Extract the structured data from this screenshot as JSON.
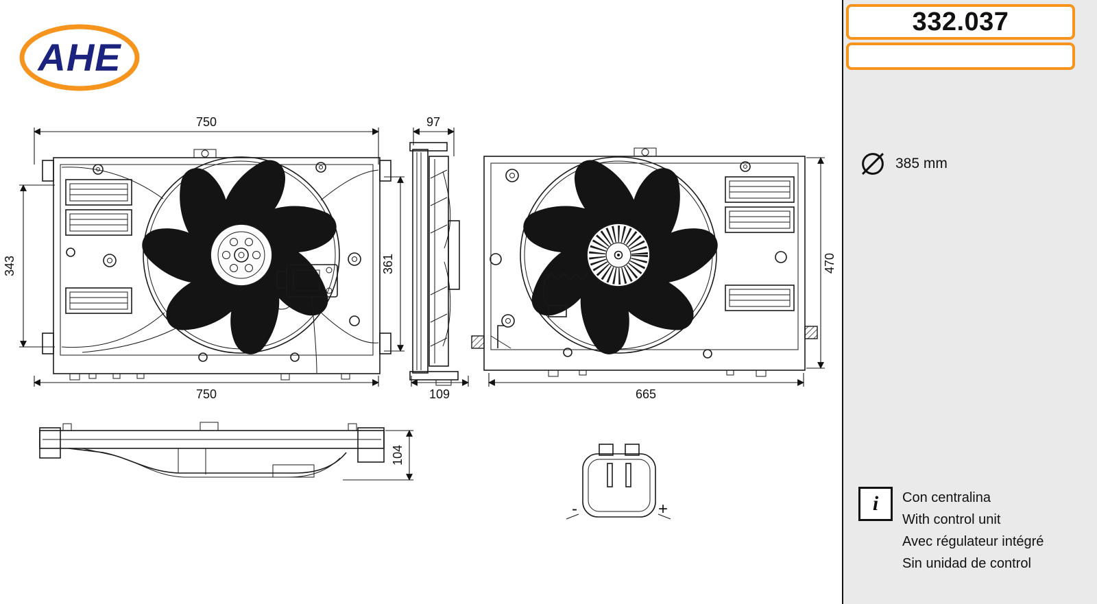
{
  "brand": {
    "name": "AHE"
  },
  "sidebar": {
    "part_number": "332.037",
    "diameter_value": "385 mm",
    "info_icon": "i",
    "info_lines": [
      "Con centralina",
      "With control unit",
      "Avec régulateur intégré",
      "Sin unidad de control"
    ]
  },
  "dimensions": {
    "front_width_top": "750",
    "front_height_left": "343",
    "front_height_right": "361",
    "front_width_bottom": "750",
    "side_width_top": "97",
    "side_width_bottom": "109",
    "rear_height_right": "470",
    "rear_width_bottom": "665",
    "profile_height": "104"
  },
  "connector": {
    "minus_label": "-",
    "plus_label": "+"
  },
  "colors": {
    "accent_orange": "#F7941D",
    "brand_blue": "#1B237E",
    "sidebar_bg": "#EAEAEA",
    "line": "#1A1A1A"
  }
}
